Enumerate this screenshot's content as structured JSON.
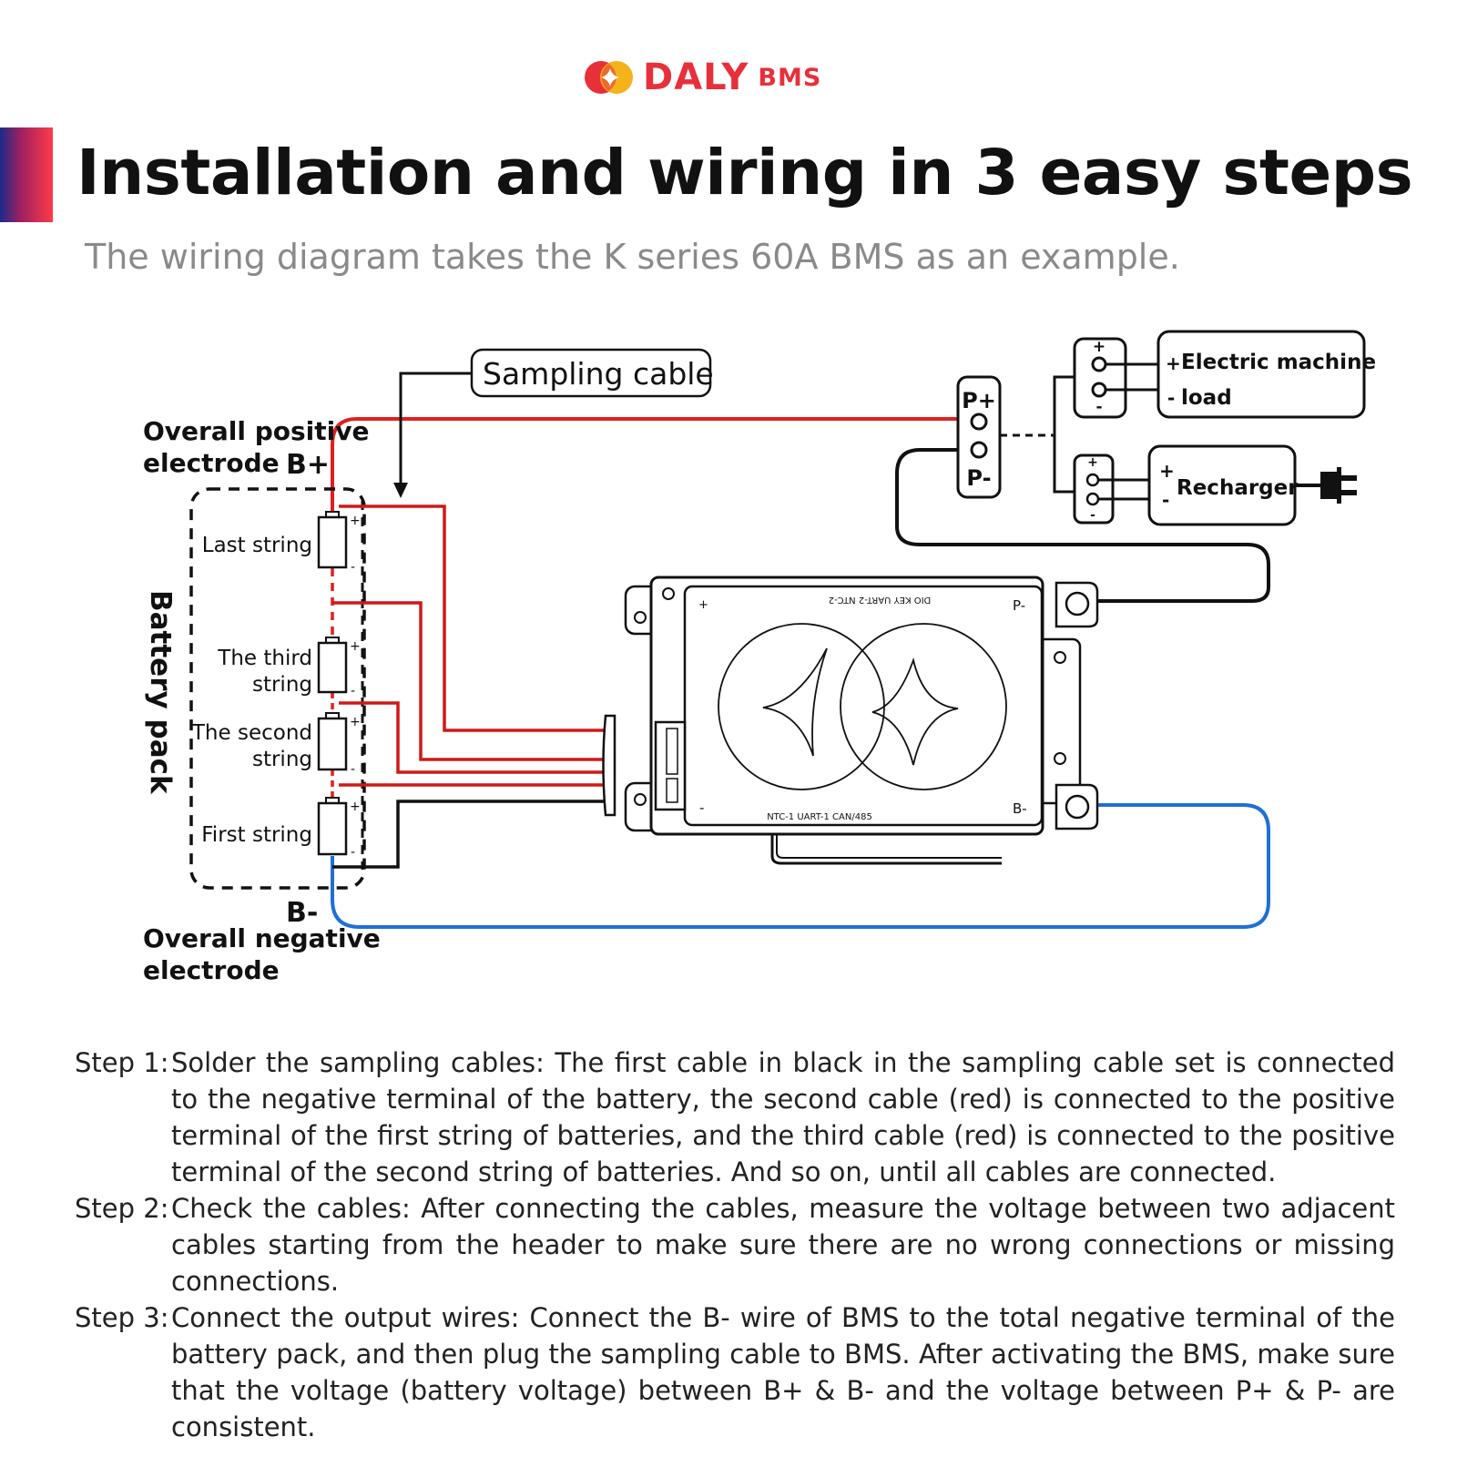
{
  "brand": {
    "name": "DALY",
    "suffix": "BMS",
    "color": "#e8303a"
  },
  "title": "Installation and wiring in 3 easy steps",
  "subtitle": "The wiring diagram takes the K series 60A BMS as an example.",
  "colors": {
    "positive_wire": "#e02020",
    "negative_wire": "#1f6fd6",
    "sampling_wire": "#d01818",
    "outline": "#111111"
  },
  "diagram": {
    "sampling_cable": "Sampling cable",
    "overall_positive": [
      "Overall positive",
      "electrode"
    ],
    "b_plus": "B+",
    "b_minus": "B-",
    "overall_negative": [
      "Overall negative",
      "electrode"
    ],
    "battery_pack": "Battery pack",
    "strings": {
      "last": [
        "Last string"
      ],
      "third": [
        "The third",
        "string"
      ],
      "second": [
        "The second",
        "string"
      ],
      "first": [
        "First string"
      ]
    },
    "cell_plus": "+",
    "cell_minus": "-",
    "p_plus": "P+",
    "p_minus": "P-",
    "electric_machine": [
      "Electric machine",
      "load"
    ],
    "recharger": "Recharger",
    "bms": {
      "top_ports": "DIO   KEY   UART-2  NTC-2",
      "bottom_ports": "NTC-1  UART-1  CAN/485",
      "plus": "+",
      "minus": "-",
      "p_minus": "P-",
      "b_minus": "B-"
    }
  },
  "steps": [
    {
      "label": "Step 1:",
      "text": "Solder the sampling cables: The first cable in black in the sampling cable set is connected to the negative terminal of the battery, the second cable (red) is connected to the positive terminal of the first string of batteries, and the third cable (red) is connected to the positive terminal of the second string of batteries. And so on, until all cables are connected."
    },
    {
      "label": "Step 2:",
      "text": "Check the cables: After connecting the cables, measure the voltage between two adjacent cables starting from the header to make sure there are no wrong connections or missing connections."
    },
    {
      "label": "Step 3:",
      "text": "Connect the output wires: Connect the B- wire of BMS to the total negative terminal of the battery pack, and then plug the sampling cable to BMS. After activating the BMS, make sure that the voltage (battery voltage) between B+ & B- and the voltage between P+ & P- are consistent."
    }
  ]
}
